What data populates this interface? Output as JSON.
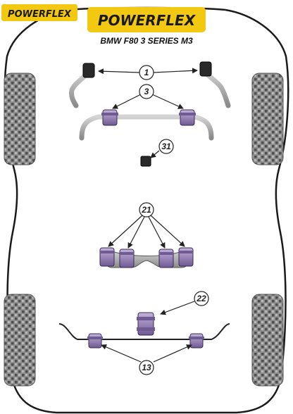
{
  "brand": {
    "small_logo": "POWERFLEX",
    "main_logo": "POWERFLEX",
    "logo_colors": {
      "fill": "#f2c811",
      "text": "#1a1a1a"
    }
  },
  "model": "BMW F80 3 SERIES M3",
  "accent_colors": {
    "bush_purple": "#9b86b8",
    "bush_dark": "#1a1a1a",
    "bar_grey": "#9a9a9a",
    "tyre_grey": "#8f8f8f"
  },
  "callouts": [
    {
      "id": "1",
      "label": "1"
    },
    {
      "id": "3",
      "label": "3"
    },
    {
      "id": "31",
      "label": "31"
    },
    {
      "id": "21",
      "label": "21"
    },
    {
      "id": "22",
      "label": "22"
    },
    {
      "id": "13",
      "label": "13"
    }
  ]
}
